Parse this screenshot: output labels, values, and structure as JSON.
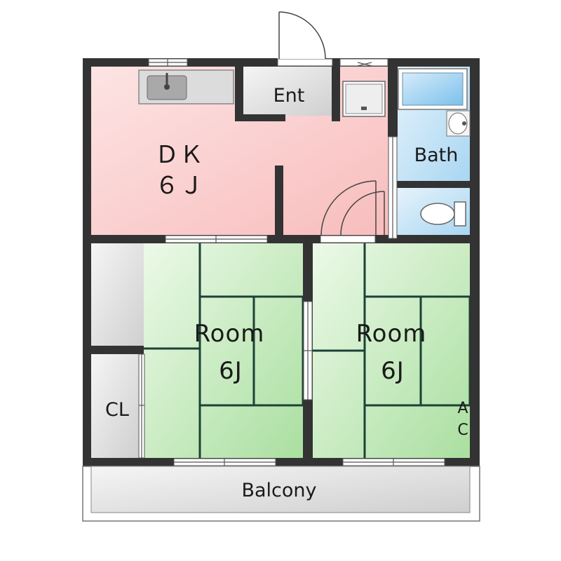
{
  "floor_plan": {
    "rooms": {
      "dk": {
        "name": "ＤＫ",
        "size": "６Ｊ"
      },
      "entrance": {
        "name": "Ent"
      },
      "bath": {
        "name": "Bath"
      },
      "room_left": {
        "name": "Room",
        "size": "6J"
      },
      "room_right": {
        "name": "Room",
        "size": "6J"
      },
      "closet": {
        "name": "CL"
      },
      "balcony": {
        "name": "Balcony"
      }
    },
    "ac_label": [
      "A",
      "C"
    ],
    "colors": {
      "wall": "#333333",
      "dk_floor": "#f9c9c9",
      "tatami": "#c8eec0",
      "bath_floor": "#bfe0f5",
      "tatami_line": "#1c4236",
      "closet_floor": "#e2e2e2",
      "entrance_floor": "#e8e8e8"
    }
  }
}
